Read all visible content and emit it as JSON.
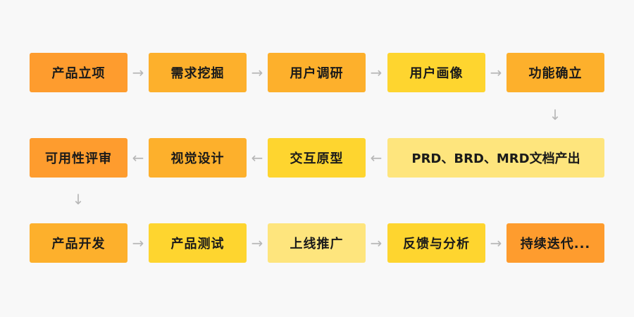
{
  "rows": [
    {
      "steps": [
        "产品立项",
        "需求挖掘",
        "用户调研",
        "用户画像",
        "功能确立"
      ]
    },
    {
      "steps": [
        "可用性评审",
        "视觉设计",
        "交互原型",
        "PRD、BRD、MRD文档产出"
      ]
    },
    {
      "steps": [
        "产品开发",
        "产品测试",
        "上线推广",
        "反馈与分析",
        "持续迭代..."
      ]
    }
  ],
  "colors": {
    "dark_orange": "#fe9c2e",
    "orange": "#fdb02c",
    "yellow": "#fed52f",
    "light_yellow": "#fee57d",
    "arrow": "#b7b7b7",
    "background": "#f8f8f8"
  },
  "arrow_right_icon": "→",
  "arrow_left_icon": "←",
  "arrow_down_icon": "↓"
}
